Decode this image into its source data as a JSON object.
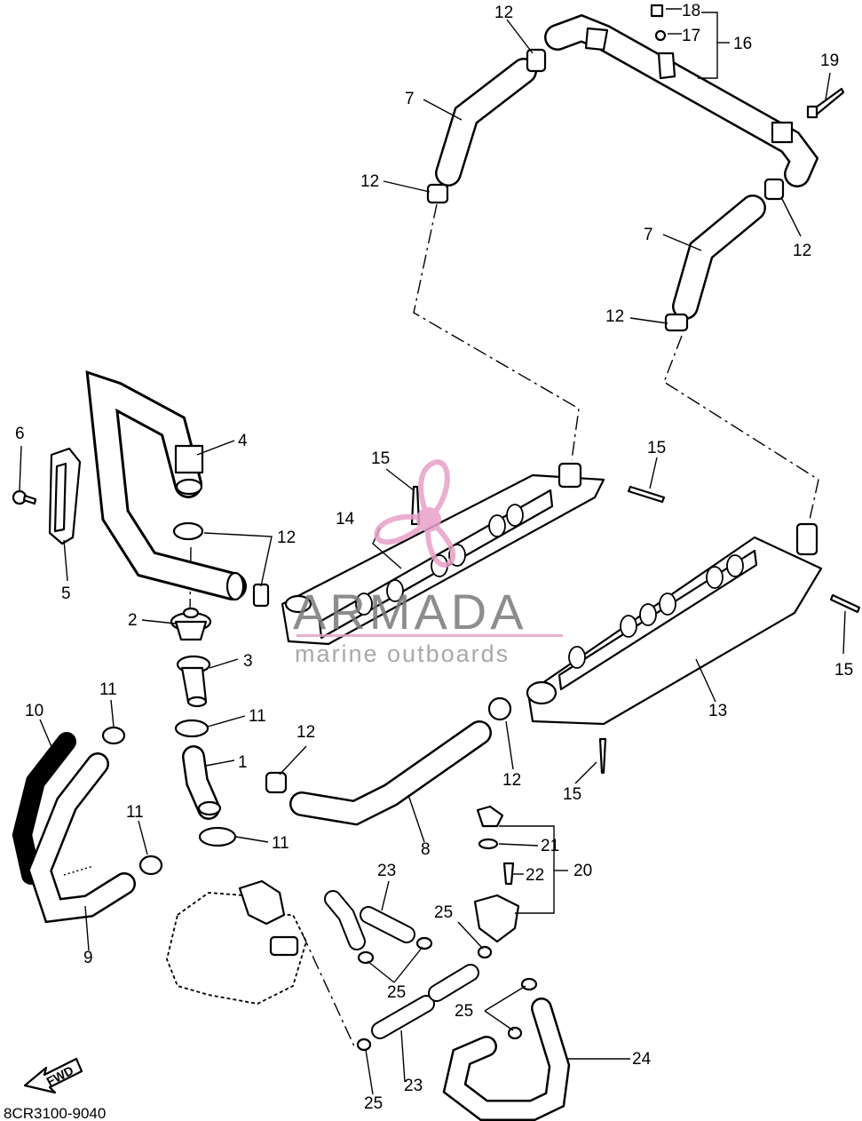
{
  "watermark": {
    "brand": "ARMADA",
    "subtitle": "marine outboards",
    "logo_color": "#e8a0c8",
    "text_color": "#7a7a7a"
  },
  "diagram_code": "8CR3100-9040",
  "fwd_label": "FWD",
  "callouts": {
    "c1": "1",
    "c2": "2",
    "c3": "3",
    "c4": "4",
    "c5": "5",
    "c6": "6",
    "c7a": "7",
    "c7b": "7",
    "c8": "8",
    "c9": "9",
    "c10": "10",
    "c11a": "11",
    "c11b": "11",
    "c11c": "11",
    "c11d": "11",
    "c12a": "12",
    "c12b": "12",
    "c12c": "12",
    "c12d": "12",
    "c12e": "12",
    "c12f": "12",
    "c12g": "12",
    "c13": "13",
    "c14": "14",
    "c15a": "15",
    "c15b": "15",
    "c15c": "15",
    "c15d": "15",
    "c16": "16",
    "c17": "17",
    "c18": "18",
    "c19": "19",
    "c20": "20",
    "c21": "21",
    "c22": "22",
    "c23a": "23",
    "c23b": "23",
    "c24": "24",
    "c25a": "25",
    "c25b": "25",
    "c25c": "25",
    "c25d": "25"
  }
}
